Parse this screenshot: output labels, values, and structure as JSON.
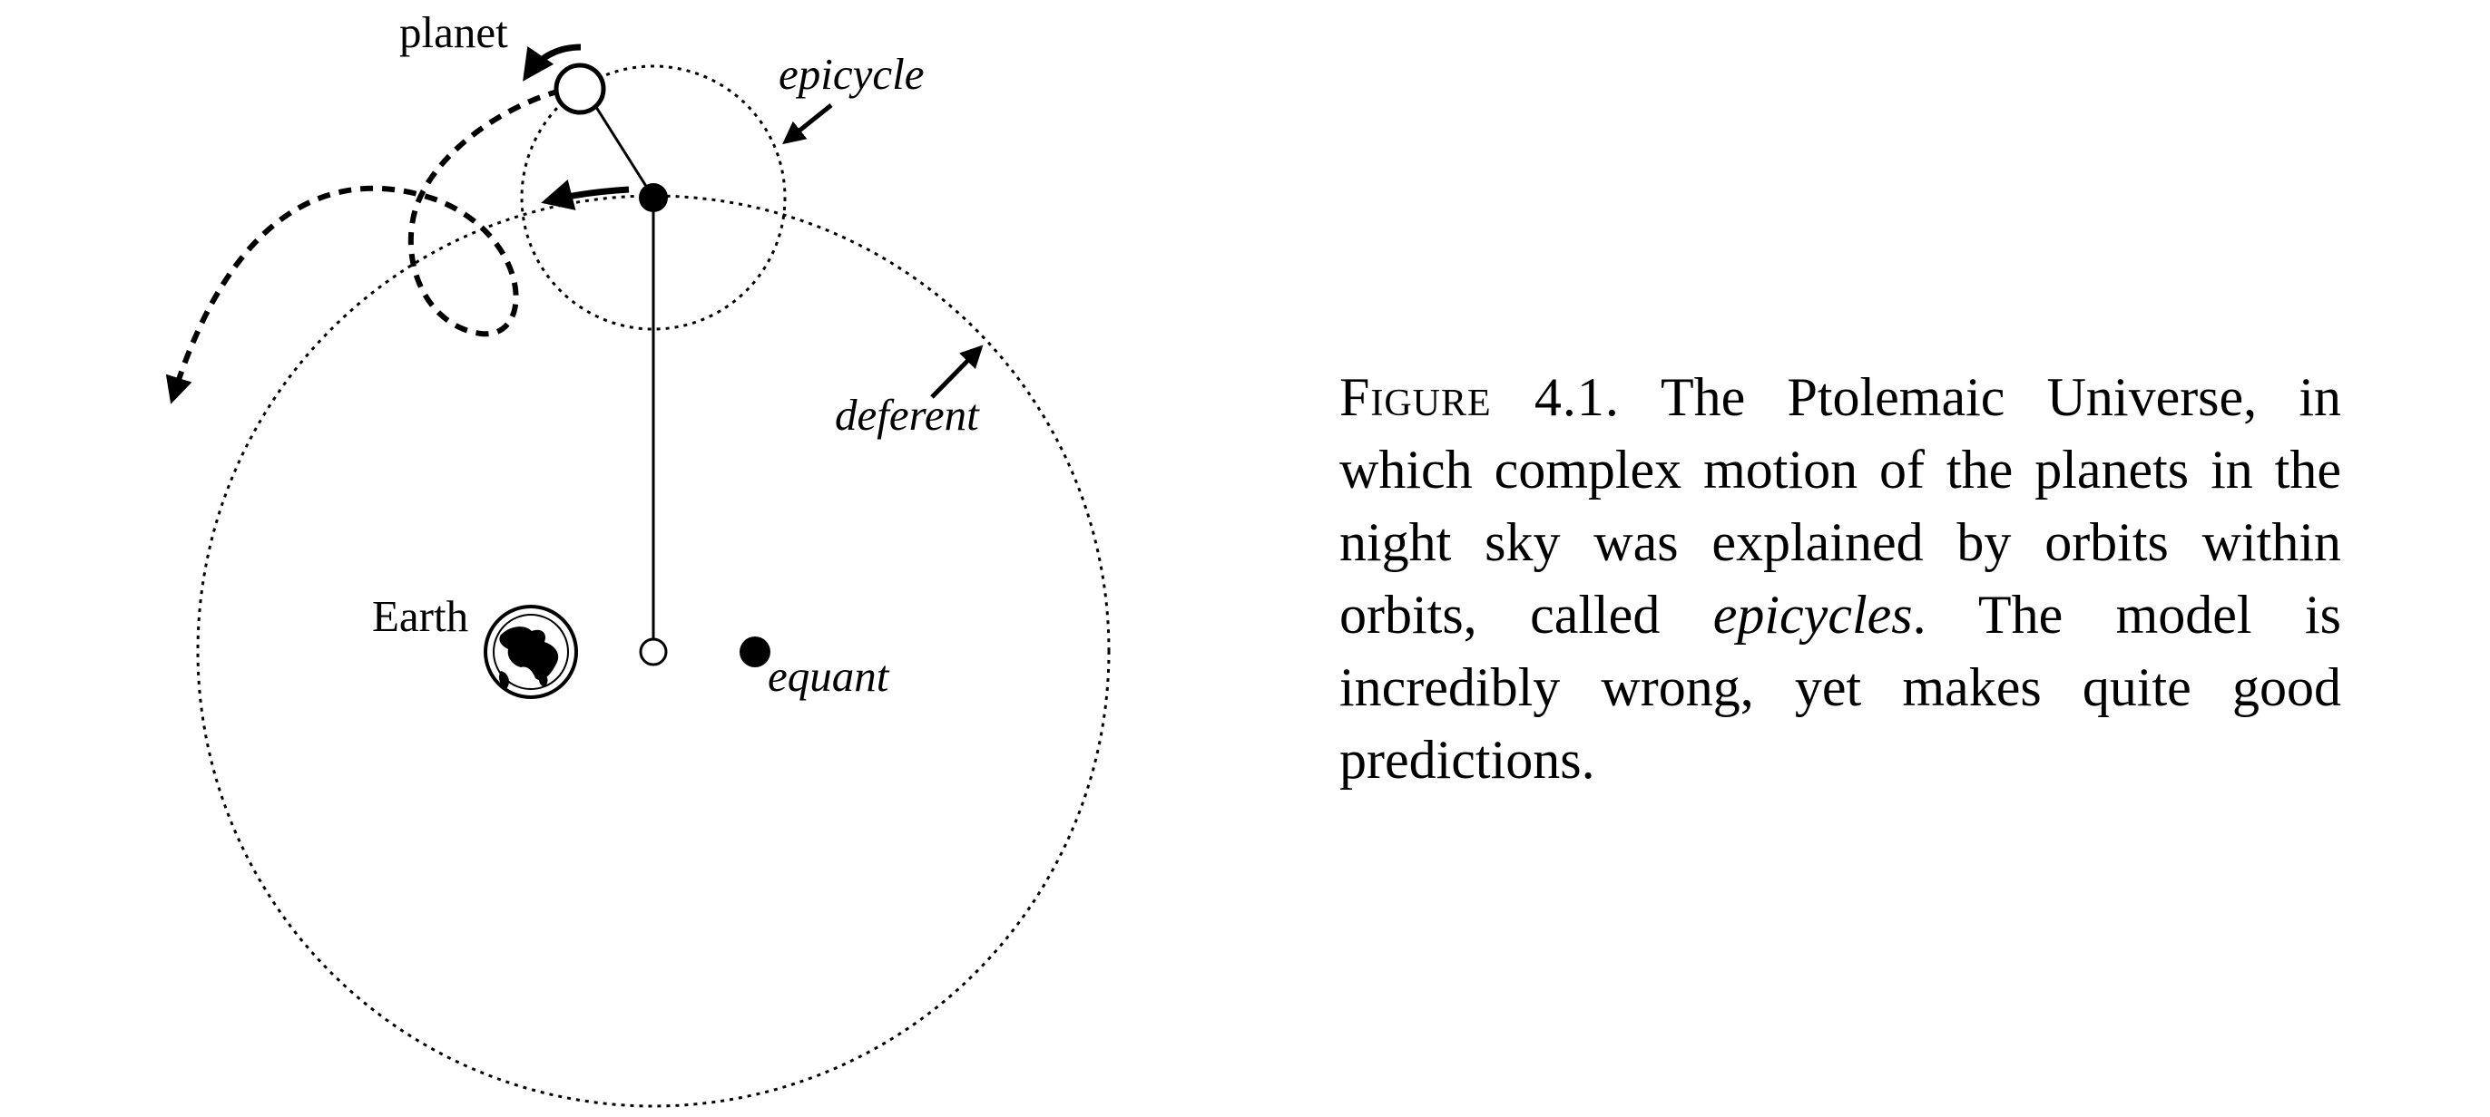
{
  "labels": {
    "planet": "planet",
    "epicycle": "epicycle",
    "deferent": "deferent",
    "earth": "Earth",
    "equant": "equant"
  },
  "caption": {
    "figure_label": "Figure 4.1.",
    "text_before": "The Ptolemaic Universe, in which complex motion of the planets in the night sky was explained by orbits within orbits, called",
    "emphasis": "epicycles",
    "text_after": ". The model is incredibly wrong, yet makes quite good predictions."
  },
  "colors": {
    "ink": "#000000",
    "paper": "#ffffff"
  }
}
